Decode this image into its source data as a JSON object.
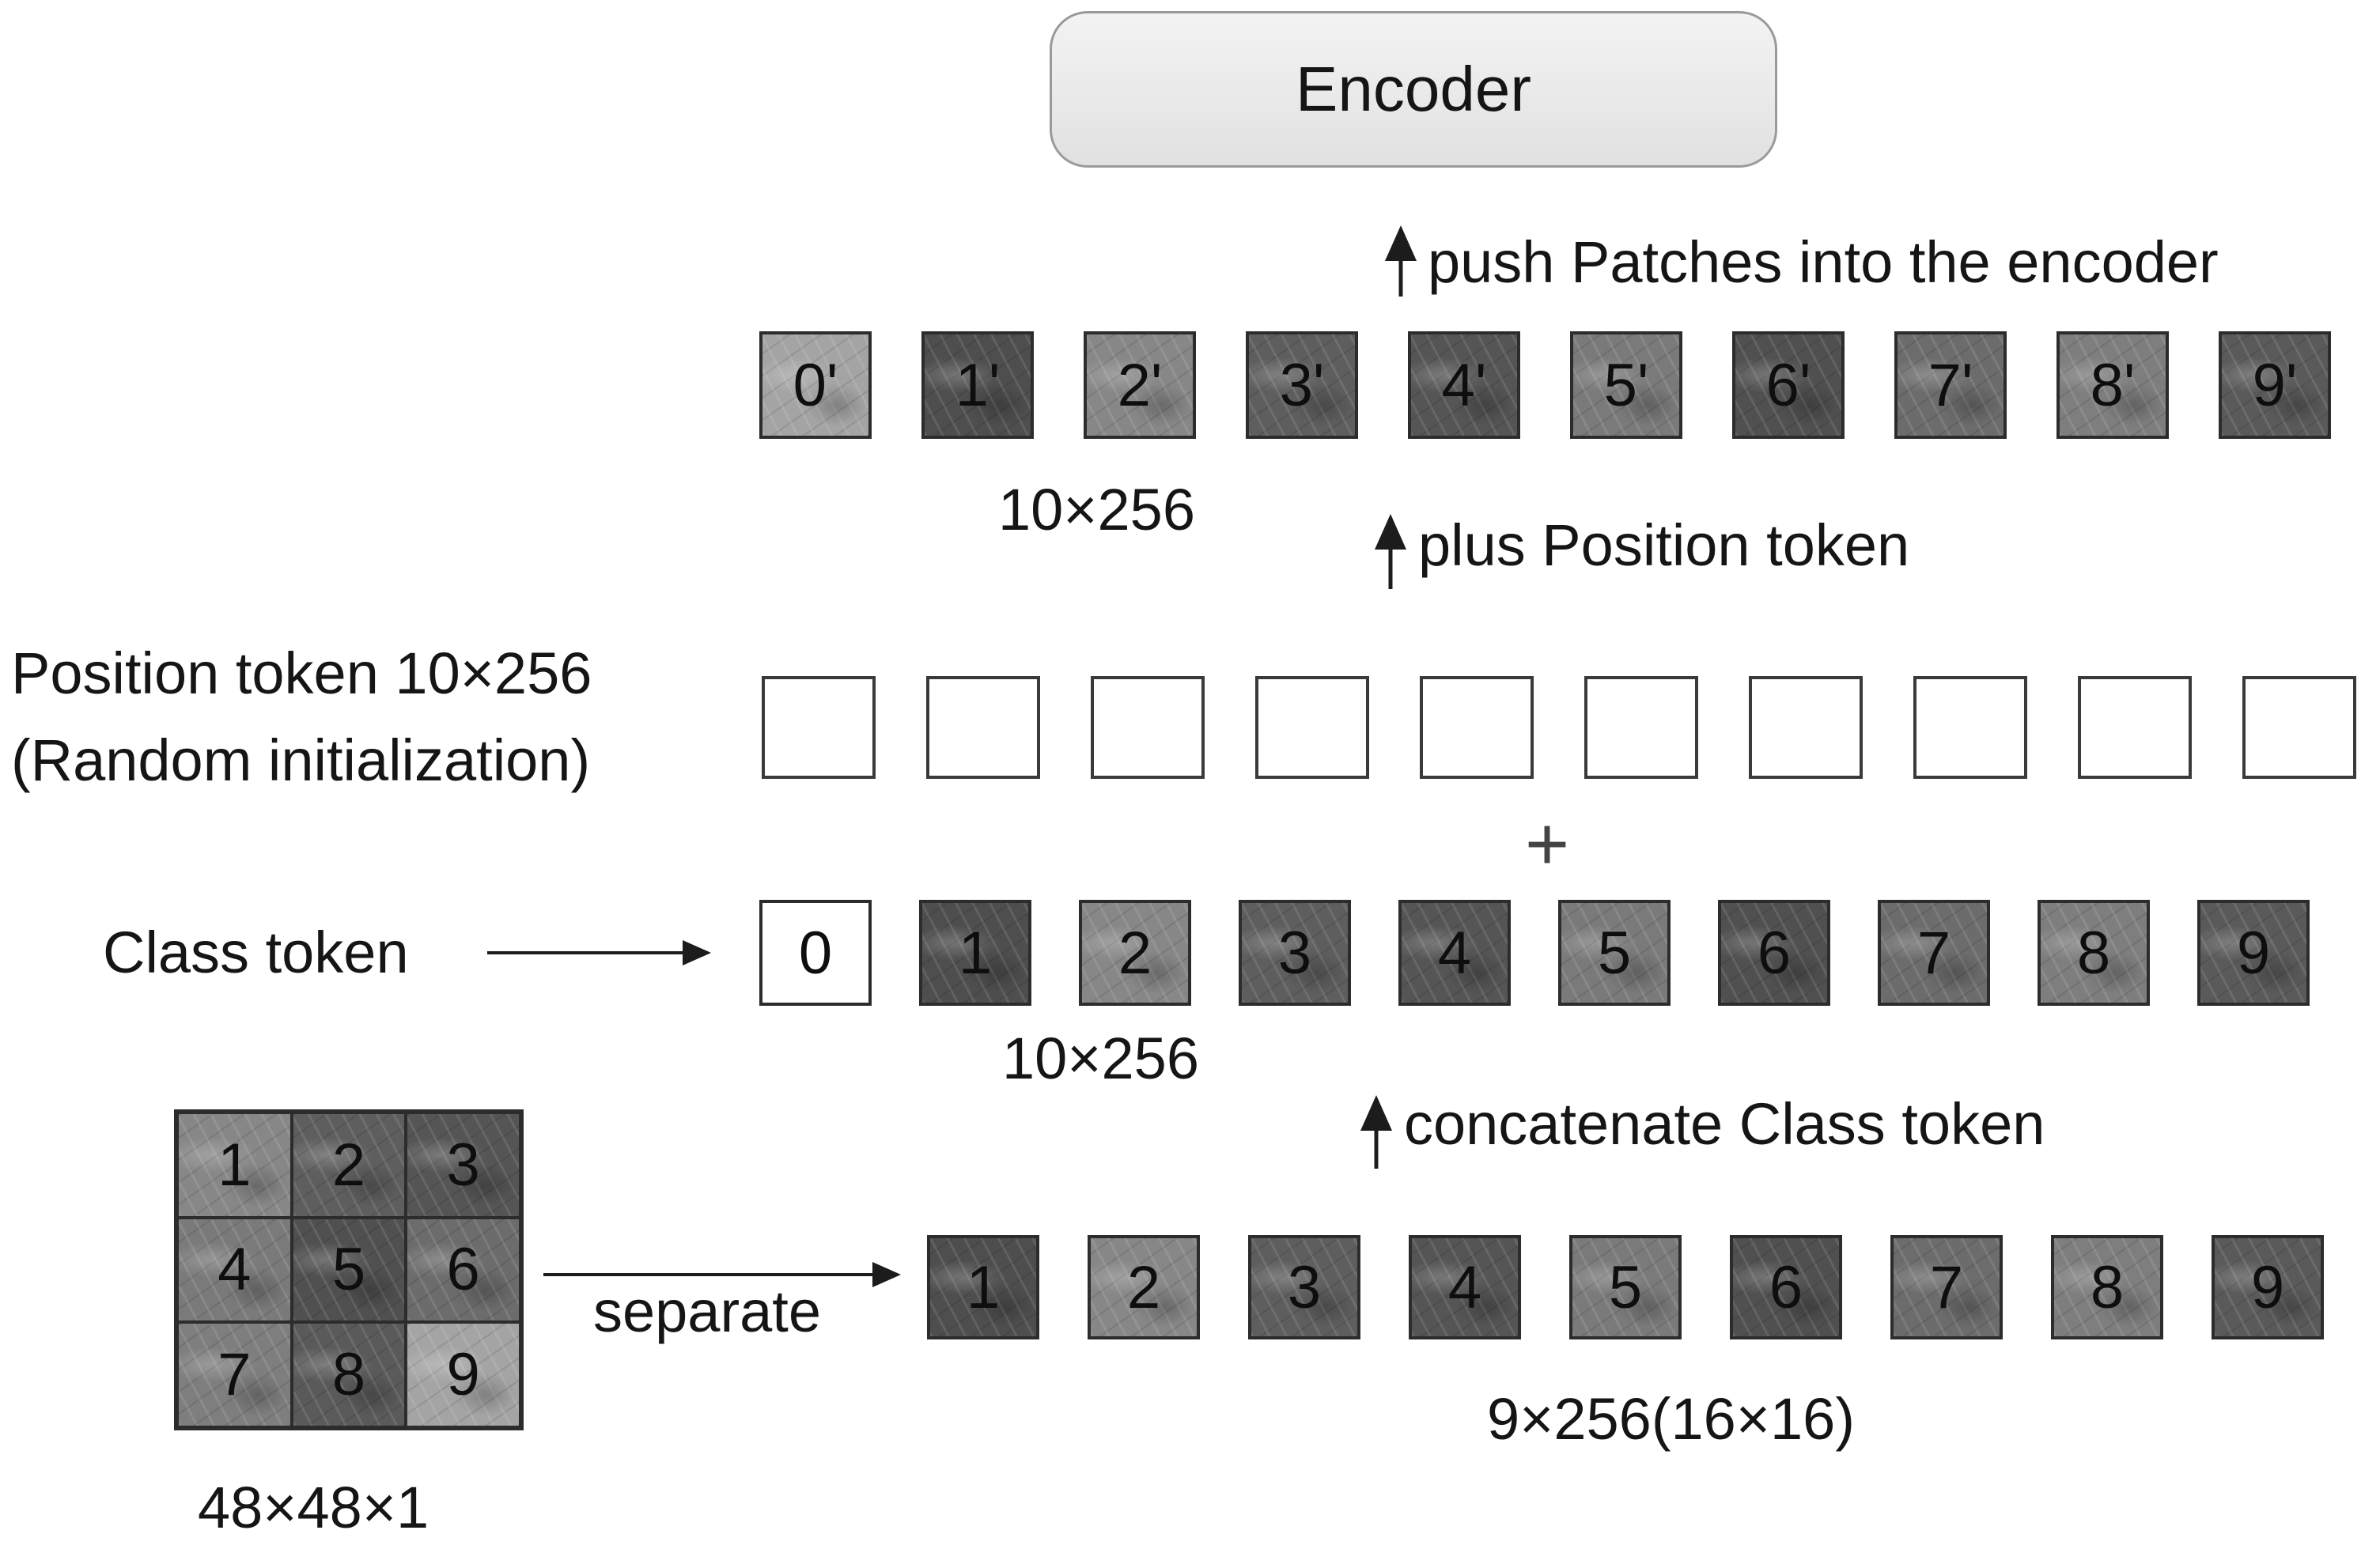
{
  "encoder": {
    "label": "Encoder"
  },
  "steps": {
    "push": "push Patches into the encoder",
    "plus": "plus Position token",
    "concat": "concatenate Class token",
    "separate": "separate"
  },
  "labels": {
    "top_dims": "10×256",
    "class_dims": "10×256",
    "patch_dims": "9×256(16×16)",
    "image_dims": "48×48×1",
    "position_line1": "Position token 10×256",
    "position_line2": "(Random initialization)",
    "class_token": "Class token",
    "plus_sign": "+"
  },
  "rows": {
    "encoded": [
      "0'",
      "1'",
      "2'",
      "3'",
      "4'",
      "5'",
      "6'",
      "7'",
      "8'",
      "9'"
    ],
    "class_row": [
      "0",
      "1",
      "2",
      "3",
      "4",
      "5",
      "6",
      "7",
      "8",
      "9"
    ],
    "patches": [
      "1",
      "2",
      "3",
      "4",
      "5",
      "6",
      "7",
      "8",
      "9"
    ],
    "image_grid": [
      "1",
      "2",
      "3",
      "4",
      "5",
      "6",
      "7",
      "8",
      "9"
    ]
  },
  "colors": {
    "patch_shades": [
      "#a4a4a4",
      "#4e4e4e",
      "#878787",
      "#5e5e5e",
      "#555555",
      "#7a7a7a",
      "#505050",
      "#6c6c6c",
      "#7e7e7e",
      "#5a5a5a"
    ],
    "line": "#1c1c1c"
  }
}
